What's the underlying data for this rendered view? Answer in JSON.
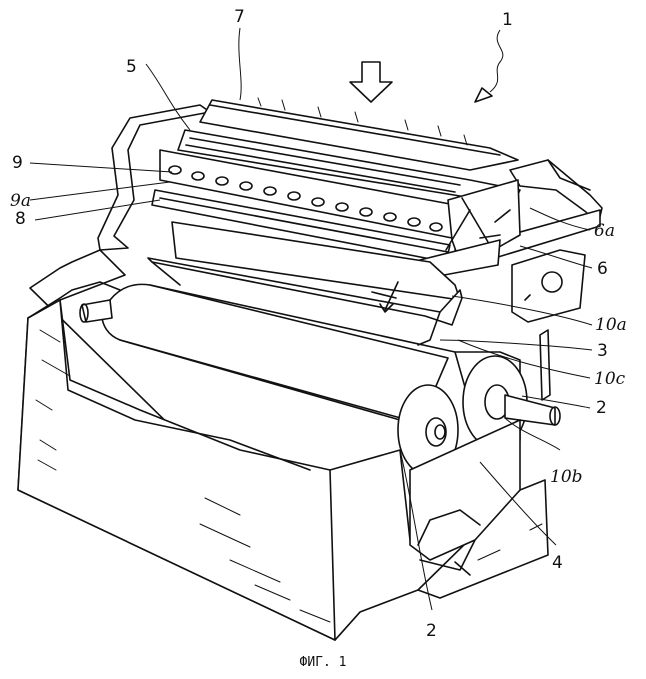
{
  "figure": {
    "caption": "ФИГ. 1",
    "labels": {
      "l1": "1",
      "l2a": "2",
      "l2b": "2",
      "l3": "3",
      "l4": "4",
      "l5": "5",
      "l6": "6",
      "l6a": "6a",
      "l7": "7",
      "l8": "8",
      "l9": "9",
      "l9a": "9a",
      "l10a": "10a",
      "l10b": "10b",
      "l10c": "10c"
    }
  }
}
